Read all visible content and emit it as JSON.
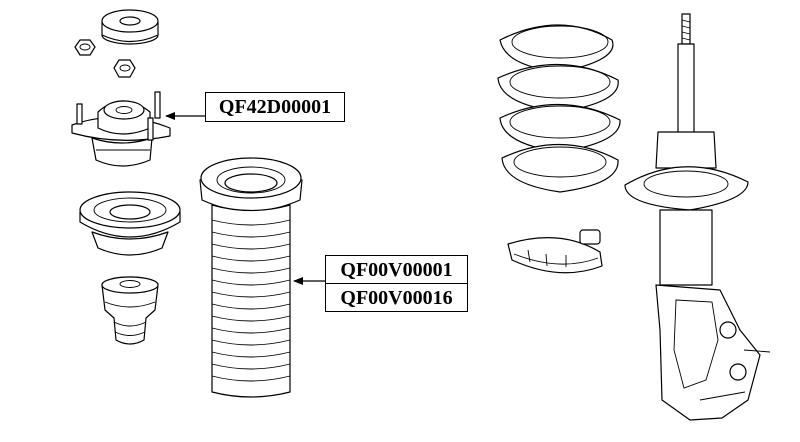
{
  "diagram": {
    "part_numbers": {
      "strut_mount": "QF42D00001",
      "dust_boot_a": "QF00V00001",
      "dust_boot_b": "QF00V00016"
    },
    "components": [
      "top-washer-icon",
      "top-nut-icon",
      "lower-nut-icon",
      "strut-mount-icon",
      "bearing-icon",
      "bump-stop-icon",
      "dust-boot-icon",
      "coil-spring-icon",
      "spring-seat-icon",
      "strut-assembly-icon"
    ],
    "colors": {
      "line": "#000000",
      "background": "#ffffff"
    }
  }
}
